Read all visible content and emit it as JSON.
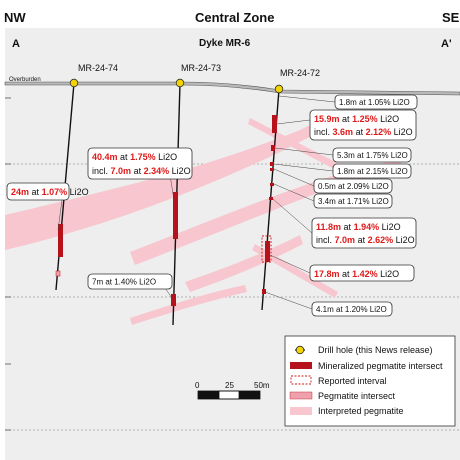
{
  "header": {
    "left_direction": "NW",
    "right_direction": "SE",
    "title": "Central Zone",
    "subtitle": "Dyke MR-6",
    "left_section": "A",
    "right_section": "A'"
  },
  "overburden_label": "Overburden",
  "drill_holes": {
    "h74": "MR-24-74",
    "h73": "MR-24-73",
    "h72": "MR-24-72"
  },
  "intercepts": {
    "h74": {
      "main_len": "24m",
      "main_grade": "1.07%",
      "unit": "Li2O"
    },
    "h73a": {
      "len": "40.4m",
      "grade": "1.75%",
      "unit": "Li2O"
    },
    "h73b": {
      "prefix": "incl.",
      "len": "7.0m",
      "grade": "2.34%",
      "unit": "Li2O"
    },
    "h73c": "7m at 1.40% Li2O",
    "h72_1": "1.8m at 1.05% Li2O",
    "h72_2a": {
      "len": "15.9m",
      "grade": "1.25%",
      "unit": "Li2O"
    },
    "h72_2b": {
      "prefix": "incl.",
      "len": "3.6m",
      "grade": "2.12%",
      "unit": "Li2O"
    },
    "h72_3": "5.3m at 1.75% Li2O",
    "h72_4": "1.8m at 2.15% Li2O",
    "h72_5": "0.5m at 2.09% Li2O",
    "h72_6": "3.4m at 1.71% Li2O",
    "h72_7a": {
      "len": "11.8m",
      "grade": "1.94%",
      "unit": "Li2O"
    },
    "h72_7b": {
      "prefix": "incl.",
      "len": "7.0m",
      "grade": "2.62%",
      "unit": "Li2O"
    },
    "h72_8": {
      "len": "17.8m",
      "grade": "1.42%",
      "unit": "Li2O"
    },
    "h72_9": "4.1m at 1.20% Li2O"
  },
  "at_word": "at",
  "scale_bar": {
    "t0": "0",
    "t1": "25",
    "t2": "50m"
  },
  "legend": {
    "drill_hole": "Drill hole (this News release)",
    "mineralized": "Mineralized pegmatite intersect",
    "reported": "Reported interval",
    "pegmatite": "Pegmatite intersect",
    "interpreted": "Interpreted pegmatite"
  },
  "colors": {
    "mineralized": "#b5121b",
    "interpreted": "#f7c6cf",
    "pegmatite_intersect": "#f0a0ac",
    "collar": "#f2d400",
    "grade_red": "#e01818"
  }
}
